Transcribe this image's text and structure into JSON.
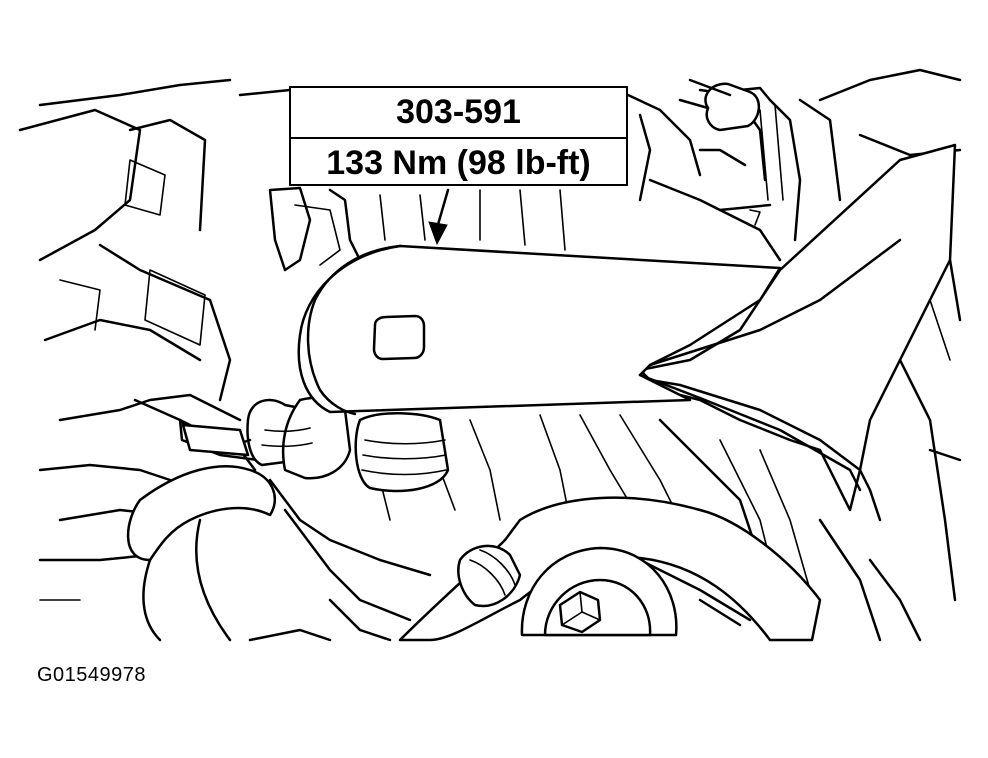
{
  "callout": {
    "tool_number": "303-591",
    "torque": "133 Nm (98 lb-ft)"
  },
  "figure_id": "G01549978",
  "colors": {
    "line": "#000000",
    "background": "#ffffff"
  }
}
